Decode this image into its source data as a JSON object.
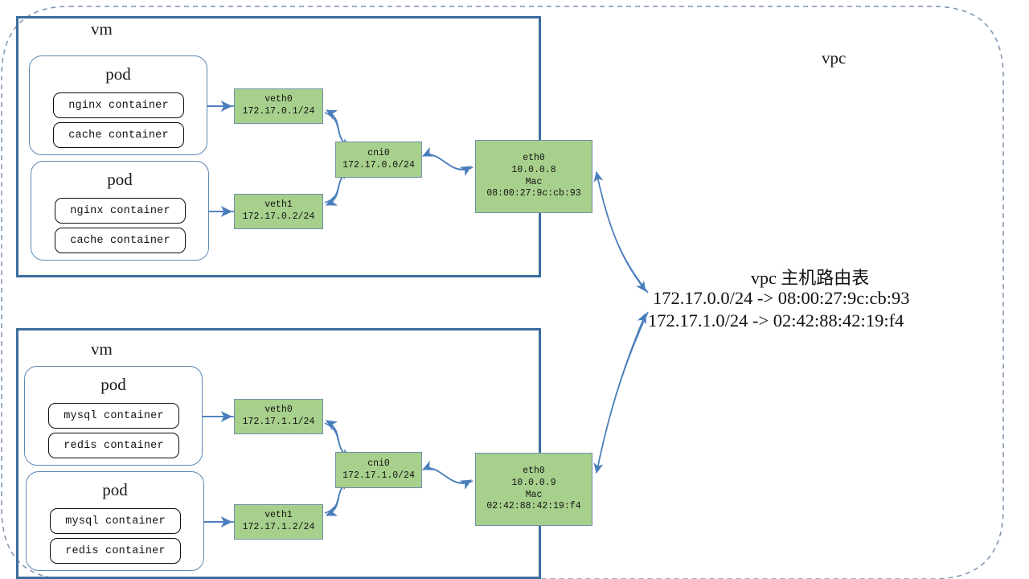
{
  "diagram": {
    "vpc_label": "vpc",
    "colors": {
      "net_box_fill": "#a8d08d",
      "net_box_border": "#6f8fa8",
      "vm_border": "#3c6d9e",
      "pod_border": "#5b87b3",
      "container_border": "#0d0d0d",
      "arrow": "#4a7ebb",
      "vpc_dashed_border": "#7b93ad"
    },
    "vms": [
      {
        "label": "vm",
        "pods": [
          {
            "title": "pod",
            "containers": [
              "nginx container",
              "cache container"
            ]
          },
          {
            "title": "pod",
            "containers": [
              "nginx container",
              "cache container"
            ]
          }
        ],
        "veths": [
          {
            "name": "veth0",
            "cidr": "172.17.0.1/24"
          },
          {
            "name": "veth1",
            "cidr": "172.17.0.2/24"
          }
        ],
        "bridge": {
          "name": "cni0",
          "cidr": "172.17.0.0/24"
        },
        "eth": {
          "name": "eth0",
          "ip": "10.0.0.8",
          "mac_label": "Mac",
          "mac": "08:00:27:9c:cb:93"
        }
      },
      {
        "label": "vm",
        "pods": [
          {
            "title": "pod",
            "containers": [
              "mysql container",
              "redis container"
            ]
          },
          {
            "title": "pod",
            "containers": [
              "mysql container",
              "redis container"
            ]
          }
        ],
        "veths": [
          {
            "name": "veth0",
            "cidr": "172.17.1.1/24"
          },
          {
            "name": "veth1",
            "cidr": "172.17.1.2/24"
          }
        ],
        "bridge": {
          "name": "cni0",
          "cidr": "172.17.1.0/24"
        },
        "eth": {
          "name": "eth0",
          "ip": "10.0.0.9",
          "mac_label": "Mac",
          "mac": "02:42:88:42:19:f4"
        }
      }
    ],
    "route_table": {
      "title": "vpc 主机路由表",
      "rows": [
        "172.17.0.0/24 -> 08:00:27:9c:cb:93",
        "172.17.1.0/24 -> 02:42:88:42:19:f4"
      ]
    }
  }
}
